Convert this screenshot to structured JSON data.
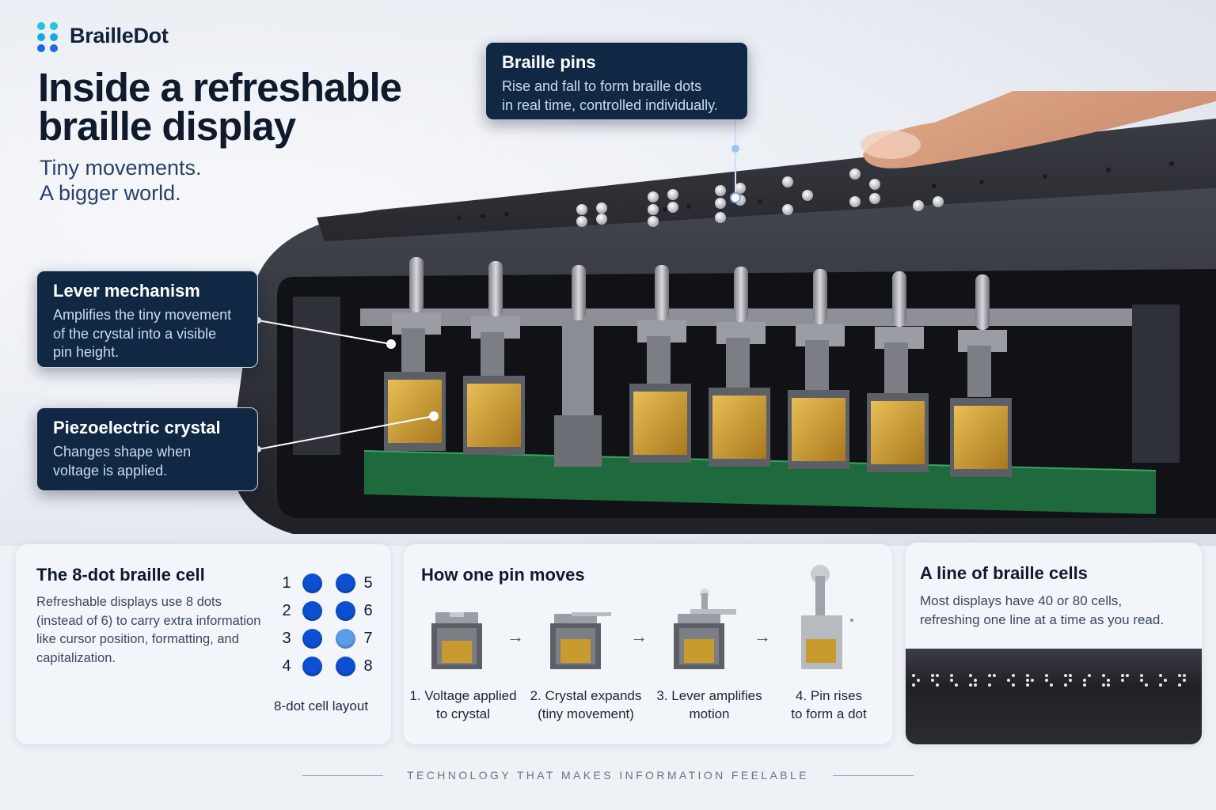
{
  "brand": {
    "name": "BrailleDot",
    "dot_colors": [
      "#1ec8d8",
      "#1a6be0"
    ]
  },
  "hero": {
    "title": "Inside a refreshable braille display",
    "subtitle_line1": "Tiny movements.",
    "subtitle_line2": "A bigger world."
  },
  "callouts": {
    "pins": {
      "title": "Braille pins",
      "line1": "Rise and fall to form braille dots",
      "line2": "in real time, controlled individually."
    },
    "lever": {
      "title": "Lever mechanism",
      "line1": "Amplifies the tiny movement",
      "line2": "of the crystal into a visible",
      "line3": "pin height."
    },
    "piezo": {
      "title": "Piezoelectric crystal",
      "line1": "Changes shape when",
      "line2": "voltage is applied."
    }
  },
  "cell_card": {
    "title": "The 8-dot braille cell",
    "text_line1": "Refreshable displays use 8 dots",
    "text_line2": "(instead of 6) to carry extra information",
    "text_line3": "like cursor position, formatting, and",
    "text_line4": "capitalization.",
    "left_numbers": [
      "1",
      "2",
      "3",
      "4"
    ],
    "right_numbers": [
      "5",
      "6",
      "7",
      "8"
    ],
    "caption": "8-dot cell layout",
    "dot_color": "#0d4fd1",
    "highlight_dot_color": "#5a9bea"
  },
  "pin_card": {
    "title": "How one pin moves",
    "arrow": "→",
    "steps": [
      {
        "line1": "1. Voltage applied",
        "line2": "to crystal"
      },
      {
        "line1": "2. Crystal expands",
        "line2": "(tiny movement)"
      },
      {
        "line1": "3. Lever amplifies",
        "line2": "motion"
      },
      {
        "line1": "4. Pin rises",
        "line2": "to form a dot"
      }
    ]
  },
  "line_card": {
    "title": "A line of braille cells",
    "text_line1": "Most displays have 40 or 80 cells,",
    "text_line2": "refreshing one line at a time as you read."
  },
  "footer": {
    "tagline": "TECHNOLOGY THAT MAKES INFORMATION FEELABLE"
  },
  "colors": {
    "navy": "#102844",
    "gold": "#c99a2e",
    "pcb": "#1f6a3c"
  }
}
